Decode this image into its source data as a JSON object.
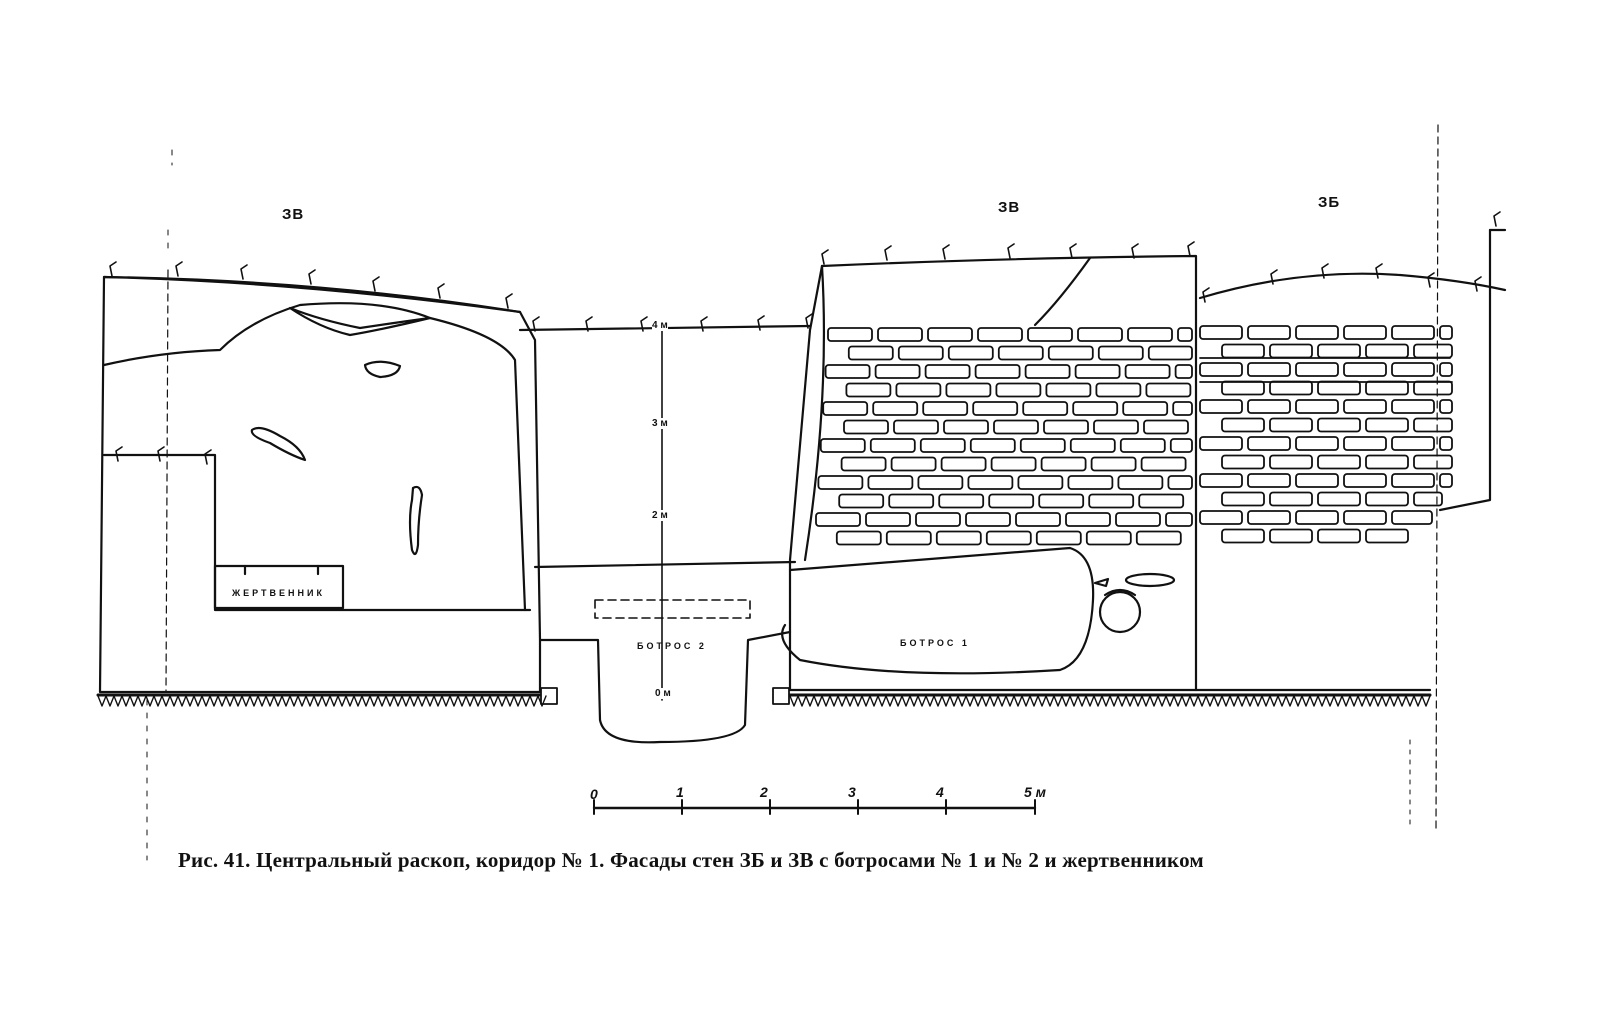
{
  "labels": {
    "wall_left": "ЗВ",
    "wall_mid": "ЗВ",
    "wall_right": "ЗБ",
    "altar": "ЖЕРТВЕННИК",
    "pit2": "БОТРОС 2",
    "pit1": "БОТРОС 1"
  },
  "vertical_scale": {
    "marks": [
      "4 м",
      "3 м",
      "2 м",
      "0 м"
    ]
  },
  "horizontal_scale": {
    "ticks": [
      "0",
      "1",
      "2",
      "3",
      "4"
    ],
    "end_label": "5 м"
  },
  "caption": "Рис. 41. Центральный раскоп, коридор № 1. Фасады стен ЗБ и ЗВ с ботросами № 1 и № 2 и жертвенником",
  "colors": {
    "ink": "#111111",
    "paper": "#ffffff"
  }
}
